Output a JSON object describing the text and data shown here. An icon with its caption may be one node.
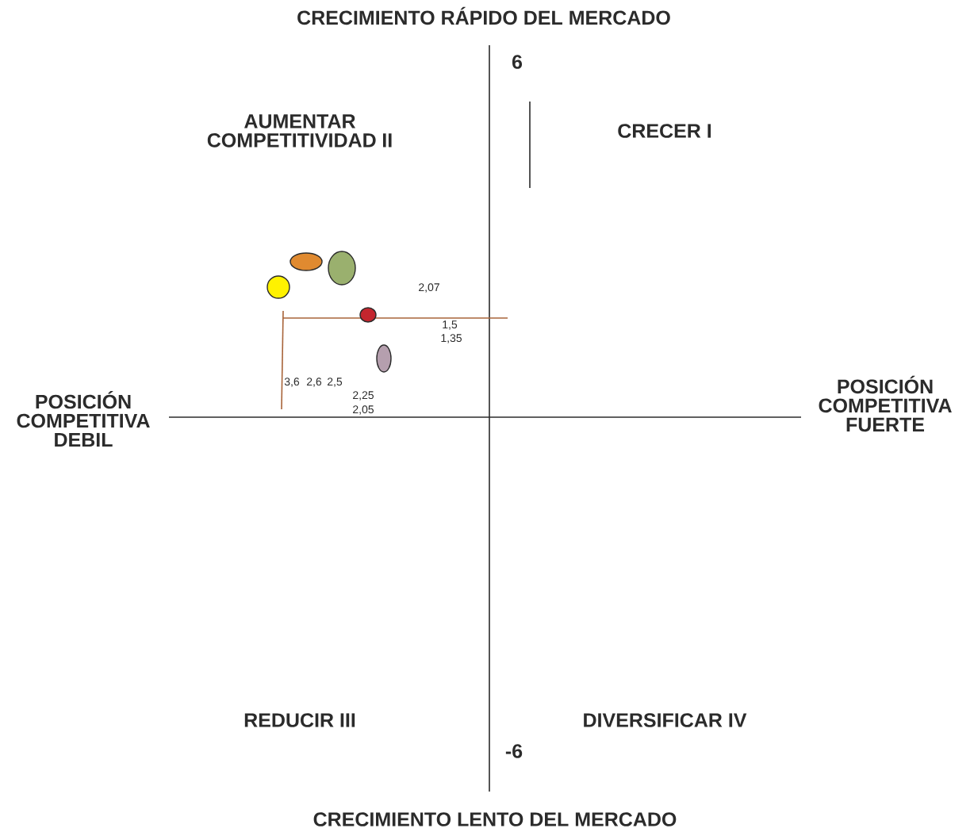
{
  "diagram": {
    "labels": [
      "CRECIMIENTO RÁPIDO DEL MERCADO",
      "6",
      "AUMENTAR COMPETITIVIDAD II",
      "CRECER I",
      "2,07",
      "1,5",
      "1,35",
      "POSICIÓN COMPETITIVA DEBIL",
      "POSICIÓN COMPETITIVA FUERTE",
      "3,6",
      "2,6",
      "2,5",
      "2,25",
      "2,05",
      "REDUCIR III",
      "DIVERSIFICAR IV",
      "-6",
      "CRECIMIENTO LENTO DEL MERCADO"
    ]
  }
}
